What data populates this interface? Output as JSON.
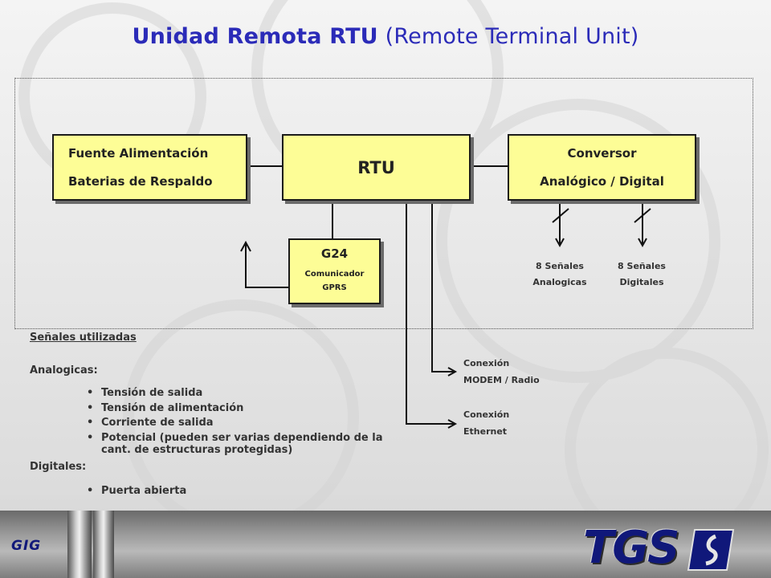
{
  "title": {
    "bold": "Unidad Remota RTU",
    "regular": "(Remote Terminal Unit)"
  },
  "blocks": {
    "fuente": {
      "line1": "Fuente Alimentación",
      "line2": "Baterias de Respaldo"
    },
    "rtu": {
      "label": "RTU"
    },
    "conversor": {
      "line1": "Conversor",
      "line2": "Analógico  / Digital"
    },
    "g24": {
      "line1": "G24",
      "line2": "Comunicador",
      "line3": "GPRS"
    }
  },
  "signals": {
    "analog": {
      "line1": "8 Señales",
      "line2": "Analogicas"
    },
    "digital": {
      "line1": "8 Señales",
      "line2": "Digitales"
    }
  },
  "connections": {
    "modem": {
      "line1": "Conexión",
      "line2": "MODEM / Radio"
    },
    "ethernet": {
      "line1": "Conexión",
      "line2": "Ethernet"
    }
  },
  "signals_section": {
    "title": "Señales utilizadas",
    "analog_label": "Analogicas:",
    "analog_items": [
      "Tensión de salida",
      "Tensión de alimentación",
      "Corriente de salida",
      "Potencial (pueden ser varias dependiendo de la cant. de  estructuras protegidas)"
    ],
    "digital_label": "Digitales:",
    "digital_items": [
      "Puerta abierta"
    ]
  },
  "footer": {
    "left_logo": "GIG",
    "right_logo": "TGS"
  },
  "colors": {
    "title": "#2b2bb8",
    "box_fill": "#fdfd96",
    "logo": "#10187a"
  }
}
